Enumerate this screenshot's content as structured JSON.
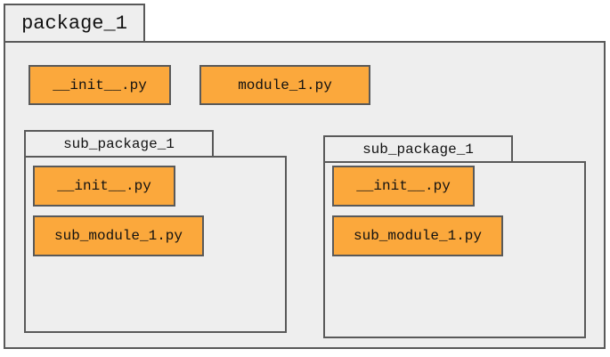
{
  "package": {
    "name": "package_1",
    "files": [
      "__init__.py",
      "module_1.py"
    ],
    "sub_packages": [
      {
        "name": "sub_package_1",
        "files": [
          "__init__.py",
          "sub_module_1.py"
        ]
      },
      {
        "name": "sub_package_1",
        "files": [
          "__init__.py",
          "sub_module_1.py"
        ]
      }
    ]
  },
  "colors": {
    "file_fill": "#fba83c",
    "package_fill": "#eeeeee",
    "border": "#595959"
  }
}
